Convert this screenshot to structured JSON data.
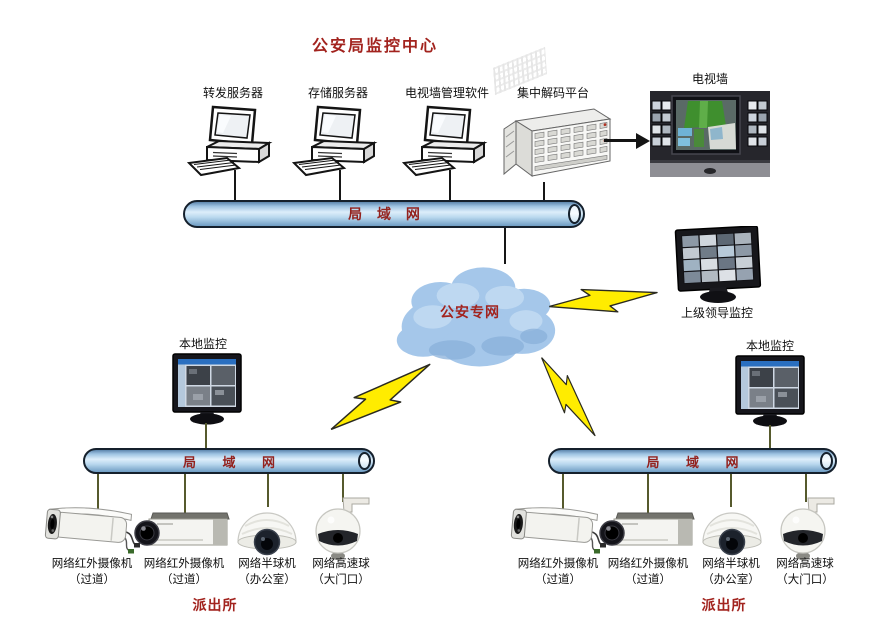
{
  "title": "公安局监控中心",
  "colors": {
    "accent_red": "#a2231e",
    "pipe_blue": "#9ec3e2",
    "cloud_blue": "#a5c7ea",
    "bolt_yellow": "#ffec00",
    "line_olive": "#565a2d"
  },
  "center": {
    "devices": [
      {
        "label": "转发服务器",
        "icon": "pc-icon"
      },
      {
        "label": "存储服务器",
        "icon": "pc-icon"
      },
      {
        "label": "电视墙管理软件",
        "icon": "pc-icon"
      },
      {
        "label": "集中解码平台",
        "icon": "decoder-icon"
      }
    ],
    "tv_wall_label": "电视墙",
    "lan_label": "局 域 网"
  },
  "wan": {
    "cloud_label": "公安专网",
    "superior_label": "上级领导监控"
  },
  "station": {
    "local_label": "本地监控",
    "lan_label": "局 域 网",
    "name": "派出所",
    "cameras": [
      {
        "name": "网络红外摄像机",
        "location": "（过道）",
        "icon": "bullet-camera-icon"
      },
      {
        "name": "网络红外摄像机",
        "location": "（过道）",
        "icon": "box-camera-icon"
      },
      {
        "name": "网络半球机",
        "location": "（办公室）",
        "icon": "dome-camera-icon"
      },
      {
        "name": "网络高速球",
        "location": "（大门口）",
        "icon": "speed-dome-camera-icon"
      }
    ]
  }
}
